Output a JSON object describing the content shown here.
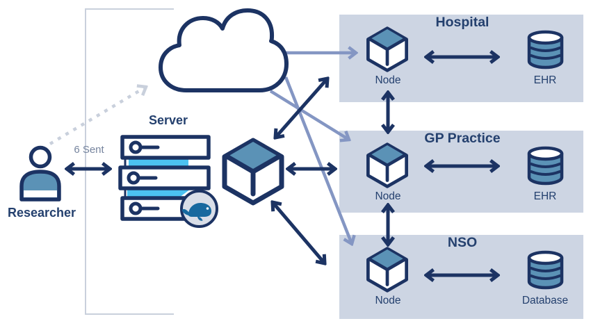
{
  "labels": {
    "researcher": "Researcher",
    "sent": "6 Sent",
    "server": "Server"
  },
  "panels": [
    {
      "title": "Hospital",
      "node_label": "Node",
      "store_label": "EHR"
    },
    {
      "title": "GP Practice",
      "node_label": "Node",
      "store_label": "EHR"
    },
    {
      "title": "NSO",
      "node_label": "Node",
      "store_label": "Database"
    }
  ],
  "icons": {
    "researcher": "person-icon",
    "server": "server-rack-icon",
    "whale": "whale-badge-icon",
    "cloud": "cloud-icon",
    "node": "cube-node-icon",
    "store": "database-cylinder-icon"
  },
  "colors": {
    "navy": "#1c3363",
    "text": "#24406e",
    "steel": "#5b92b6",
    "cyan": "#4cc2f1",
    "panel_bg": "#cdd5e3",
    "slate": "#8496c3",
    "gray": "#c9d0dc",
    "whale": "#17699f",
    "badge_bg": "#d9dee8",
    "sent_text": "#76849e"
  }
}
